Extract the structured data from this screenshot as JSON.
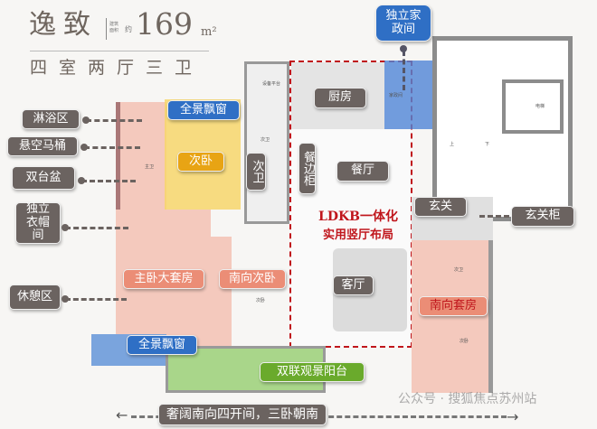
{
  "header": {
    "name": "逸致",
    "area_prefix": "建筑面积",
    "area_about": "约",
    "area_value": "169",
    "area_unit": "m²",
    "layout": "四室两厅三卫"
  },
  "callouts_left": [
    "淋浴区",
    "悬空马桶",
    "双台盆",
    "独立衣帽间",
    "休憩区"
  ],
  "labels": {
    "bay_window_top": "全景飘窗",
    "bedroom2": "次卧",
    "bath2": "次卫",
    "kitchen": "厨房",
    "sideboard": "餐边柜",
    "dining": "餐厅",
    "ldkb": "LDKB一体化",
    "ldkb_sub": "实用竖厅布局",
    "living": "客厅",
    "master": "主卧大套房",
    "south_bedroom": "南向次卧",
    "south_suite": "南向套房",
    "bay_window_bottom": "全景飘窗",
    "balcony": "双联观景阳台",
    "utility": "独立家政间",
    "foyer": "玄关",
    "foyer_cabinet": "玄关柜",
    "bottom_banner": "奢阔南向四开间，三卧朝南"
  },
  "plan_text": {
    "equipment": "设备平台",
    "small_bath": "次卫",
    "master_bath": "主卫",
    "utility_room": "家政间",
    "elevator": "电梯",
    "up": "上",
    "down": "下",
    "bedroom_a": "次卧",
    "bedroom_b": "次卧",
    "bath_c": "次卫"
  },
  "watermark": "公众号 · 搜狐焦点苏州站",
  "colors": {
    "pink": "#f4c9bd",
    "yellow": "#f7d66b",
    "blue": "#2f6fc5",
    "green": "#a9d68a",
    "red": "#c0161c",
    "tag_gray": "#6b6360"
  }
}
